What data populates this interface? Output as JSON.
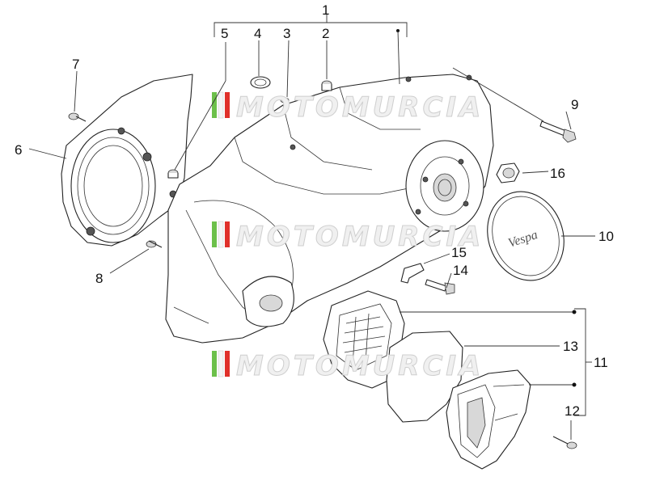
{
  "watermark": {
    "text": "MOTOMURCIA",
    "colors": {
      "green": "#6cc04a",
      "white": "#f4f4f4",
      "red": "#e0302a"
    }
  },
  "callouts": {
    "n1": "1",
    "n2": "2",
    "n3": "3",
    "n4": "4",
    "n5": "5",
    "n6": "6",
    "n7": "7",
    "n8": "8",
    "n9": "9",
    "n10": "10",
    "n11": "11",
    "n12": "12",
    "n13": "13",
    "n14": "14",
    "n15": "15",
    "n16": "16"
  },
  "cover_logo": "Vespa"
}
